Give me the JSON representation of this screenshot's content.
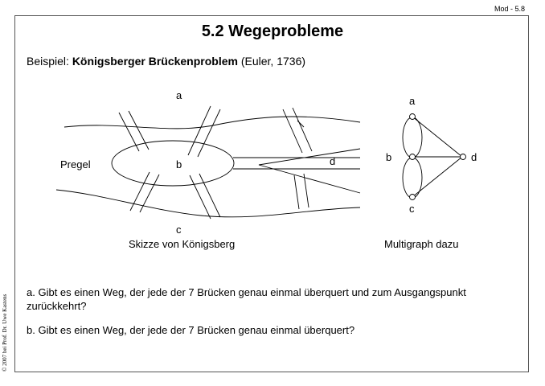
{
  "slide_id": "Mod - 5.8",
  "title": "5.2 Wegeprobleme",
  "example": {
    "prefix": "Beispiel: ",
    "name": "Königsberger Brückenproblem",
    "suffix": " (Euler, 1736)"
  },
  "sketch": {
    "labels": {
      "a": "a",
      "b": "b",
      "c": "c",
      "d": "d",
      "river": "Pregel"
    },
    "caption": "Skizze von Königsberg"
  },
  "multigraph": {
    "nodes": [
      "a",
      "b",
      "c",
      "d"
    ],
    "caption": "Multigraph dazu"
  },
  "questions": [
    {
      "marker": "a.",
      "text": "Gibt es einen Weg, der jede der 7 Brücken genau einmal überquert und zum Ausgangspunkt zurückkehrt?"
    },
    {
      "marker": "b.",
      "text": "Gibt es einen Weg, der jede der 7 Brücken genau einmal überquert?"
    }
  ],
  "copyright": "© 2007 bei Prof. Dr. Uwe Kastens"
}
